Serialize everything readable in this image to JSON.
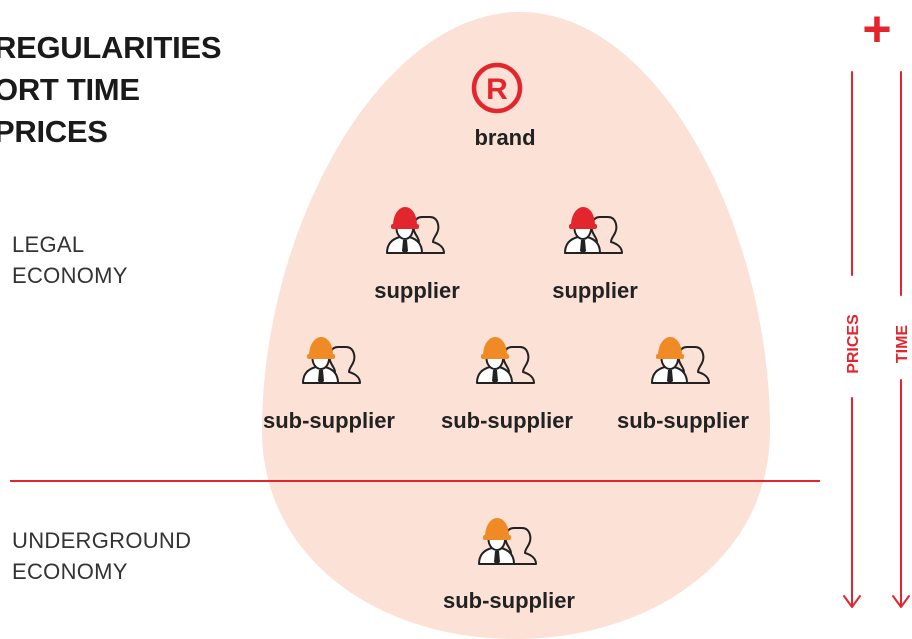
{
  "title_lines": [
    "REGULARITIES",
    "ORT TIME",
    "PRICES"
  ],
  "economy": {
    "legal": [
      "LEGAL",
      "ECONOMY"
    ],
    "underground": [
      "UNDERGROUND",
      "ECONOMY"
    ]
  },
  "brand": {
    "symbol": "R",
    "label": "brand",
    "icon": "registered-trademark-icon"
  },
  "suppliers": [
    {
      "label": "supplier",
      "icon": "worker-red-hardhat-icon"
    },
    {
      "label": "supplier",
      "icon": "worker-red-hardhat-icon"
    }
  ],
  "sub_suppliers": [
    {
      "label": "sub-supplier",
      "icon": "worker-orange-hardhat-icon"
    },
    {
      "label": "sub-supplier",
      "icon": "worker-orange-hardhat-icon"
    },
    {
      "label": "sub-supplier",
      "icon": "worker-orange-hardhat-icon"
    }
  ],
  "underground_supplier": {
    "label": "sub-supplier",
    "icon": "worker-orange-hardhat-icon"
  },
  "axes": {
    "prices": "PRICES",
    "time": "TIME",
    "top_mark": "+"
  },
  "colors": {
    "accent_red": "#e3262e",
    "supplier_hat": "#e3262e",
    "sub_supplier_hat": "#f08a24",
    "egg_fill": "#fbe1d6",
    "text_dark": "#222222"
  }
}
